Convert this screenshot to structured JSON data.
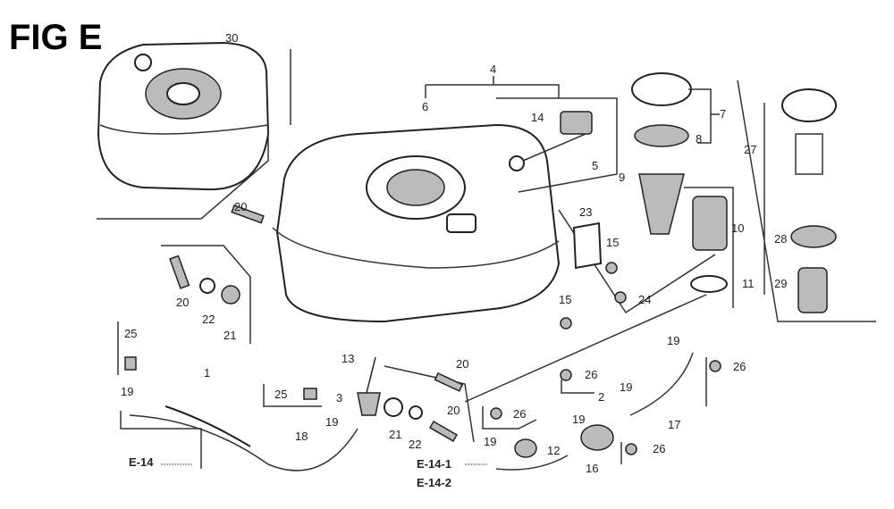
{
  "title": "FIG E",
  "labels": [
    "30",
    "4",
    "6",
    "14",
    "7",
    "8",
    "5",
    "9",
    "27",
    "10",
    "28",
    "11",
    "29",
    "20",
    "23",
    "15",
    "24",
    "20",
    "22",
    "21",
    "15",
    "25",
    "1",
    "13",
    "20",
    "19",
    "26",
    "19",
    "25",
    "3",
    "26",
    "2",
    "19",
    "17",
    "19",
    "20",
    "21",
    "22",
    "26",
    "19",
    "18",
    "19",
    "12",
    "26",
    "16"
  ],
  "refs": [
    "E-14",
    "E-14-1",
    "E-14-2"
  ]
}
